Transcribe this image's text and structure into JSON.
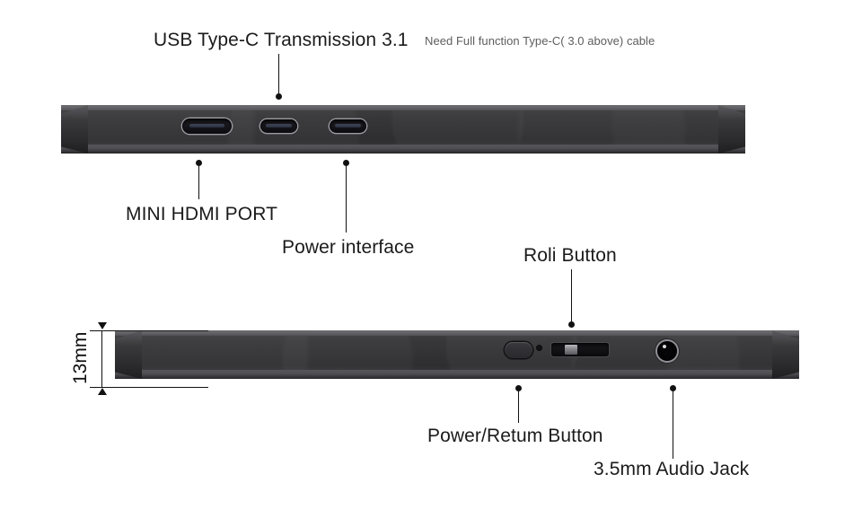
{
  "diagram": {
    "title_label": "USB Type-C Transmission 3.1",
    "title_note": "Need Full function Type-C( 3.0 above) cable",
    "colors": {
      "body_dark": "#323235",
      "body_top_edge": "#63636 7",
      "body_bottom_rail": "#50505 5",
      "port_ring": "#9b9ba2",
      "leader": "#111111",
      "text": "#1b1b1b",
      "note_text": "#5d5d5d"
    },
    "top_view": {
      "name": "top-edge-view",
      "ports": [
        {
          "id": "mini-hdmi-port",
          "label": "MINI HDMI PORT",
          "type": "mini-hdmi"
        },
        {
          "id": "power-interface-port",
          "label": "Power interface",
          "type": "usb-c"
        },
        {
          "id": "usb-c-data-port",
          "label": "USB Type-C Transmission 3.1",
          "type": "usb-c"
        }
      ],
      "callouts": [
        {
          "id": "callout-usb-c",
          "text": "USB Type-C Transmission 3.1"
        },
        {
          "id": "callout-mini-hdmi",
          "text": "MINI HDMI PORT"
        },
        {
          "id": "callout-power-interface",
          "text": "Power interface"
        }
      ]
    },
    "bottom_view": {
      "name": "bottom-edge-view",
      "controls": [
        {
          "id": "power-return-button",
          "label": "Power/Retum Button",
          "type": "pill-button"
        },
        {
          "id": "status-led",
          "label": "",
          "type": "led"
        },
        {
          "id": "roll-button",
          "label": "Roli Button",
          "type": "scroll-wheel"
        },
        {
          "id": "audio-jack",
          "label": "3.5mm Audio Jack",
          "type": "3.5mm-jack"
        }
      ],
      "callouts": [
        {
          "id": "callout-roli-button",
          "text": "Roli Button"
        },
        {
          "id": "callout-power-return",
          "text": "Power/Retum Button"
        },
        {
          "id": "callout-audio-jack",
          "text": "3.5mm Audio Jack"
        }
      ]
    },
    "dimension": {
      "id": "thickness-dimension",
      "value": "13mm",
      "axis": "vertical"
    }
  }
}
